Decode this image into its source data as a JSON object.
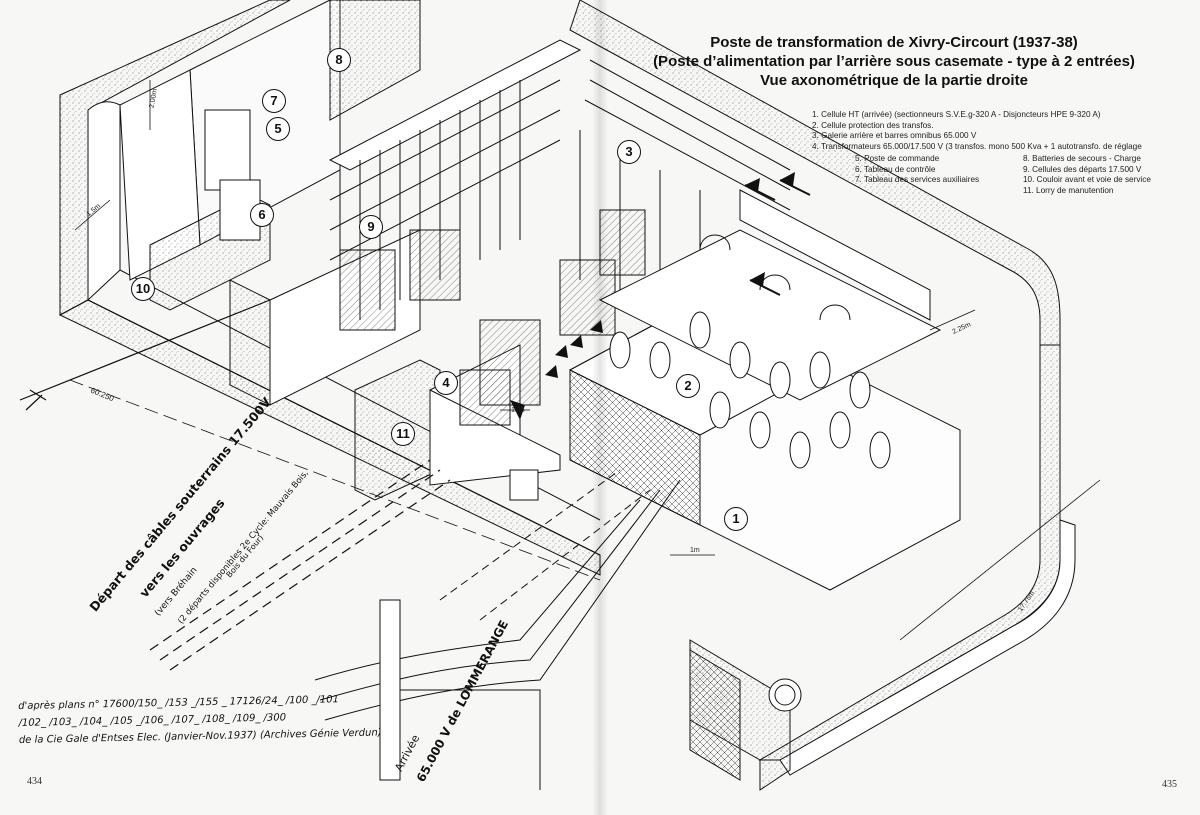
{
  "title": {
    "line1": "Poste de transformation de Xivry-Circourt (1937-38)",
    "line2": "(Poste d’alimentation par l’arrière sous casemate - type à 2 entrées)",
    "line3": "Vue axonométrique de la partie droite"
  },
  "legend_main": [
    "1. Cellule HT (arrivée) (sectionneurs S.V.E.g-320 A - Disjoncteurs HPE 9-320 A)",
    "2. Cellule protection des transfos.",
    "3. Galerie arrière et barres omnibus 65.000 V",
    "4. Transformateurs 65.000/17.500 V (3 transfos. mono 500 Kva + 1 autotransfo. de réglage"
  ],
  "legend_left": [
    "5. Poste de commande",
    "6. Tableau de contrôle",
    "7. Tableau des services auxiliaires"
  ],
  "legend_right": [
    "8. Batteries de secours - Charge",
    "9. Cellules des départs 17.500 V",
    "10. Couloir avant et voie de service",
    "11. Lorry de manutention"
  ],
  "markers": [
    {
      "id": "m1",
      "text": "1"
    },
    {
      "id": "m2",
      "text": "2"
    },
    {
      "id": "m3",
      "text": "3"
    },
    {
      "id": "m4",
      "text": "4"
    },
    {
      "id": "m5",
      "text": "5"
    },
    {
      "id": "m6",
      "text": "6"
    },
    {
      "id": "m7",
      "text": "7"
    },
    {
      "id": "m8",
      "text": "8"
    },
    {
      "id": "m9",
      "text": "9"
    },
    {
      "id": "m10",
      "text": "10"
    },
    {
      "id": "m11",
      "text": "11"
    }
  ],
  "dimensions": {
    "d_200": "2.00m",
    "d_15": "1.5m",
    "d_6025": "60.250",
    "d_225": "2.25m",
    "d_1775": "17.75m",
    "d_1m": "1m",
    "d_125": "1.25"
  },
  "depart_labels": {
    "line1": "Départ des câbles souterrains 17.500V",
    "line2": "vers les ouvrages",
    "line3": "(vers Bréhain",
    "line4": "(2 départs disponibles 2e Cycle: Mauvais Bois,",
    "line5": "Bois du Four)"
  },
  "arrivee_labels": {
    "line1": "Arrivée",
    "line2": "65.000 V de LOMMERANGE"
  },
  "credits": [
    "d'après plans n° 17600/150_ /153 _/155 _ 17126/24_ /100 _/101",
    "/102_ /103_ /104_ /105 _/106_ /107_ /108_ /109_ /300",
    "de la Cie Gale d'Entses Elec. (Janvier-Nov.1937) (Archives Génie Verdun)"
  ],
  "page_numbers": {
    "left": "434",
    "right": "435"
  }
}
